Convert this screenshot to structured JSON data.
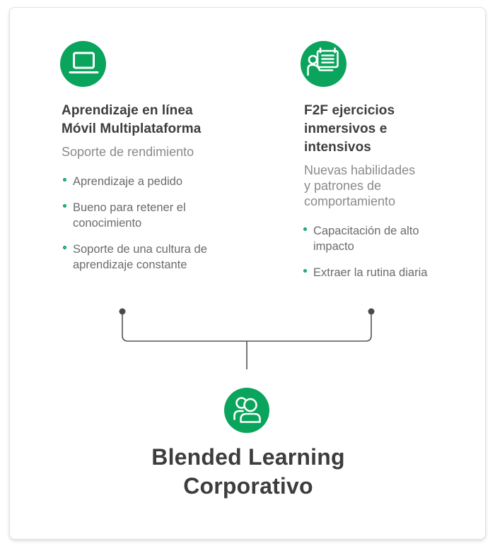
{
  "theme": {
    "accent_green": "#0aa45c",
    "title_color": "#3d3d3d",
    "subtitle_color": "#8a8a8a",
    "bullet_text_color": "#6b6b6b",
    "connector_color": "#555555"
  },
  "columns": [
    {
      "icon": "laptop-icon",
      "title": "Aprendizaje en línea\nMóvil Multiplataforma",
      "subtitle": "Soporte de rendimiento",
      "bullets": [
        "Aprendizaje a pedido",
        "Bueno para retener el\nconocimiento",
        "Soporte de una cultura de\naprendizaje constante"
      ]
    },
    {
      "icon": "presenter-icon",
      "title": "F2F ejercicios\ninmersivos e\nintensivos",
      "subtitle": "Nuevas habilidades\ny patrones de\ncomportamiento",
      "bullets": [
        "Capacitación de alto\nimpacto",
        "Extraer la rutina diaria"
      ]
    }
  ],
  "footer": {
    "icon": "people-icon",
    "title": "Blended Learning\nCorporativo"
  }
}
